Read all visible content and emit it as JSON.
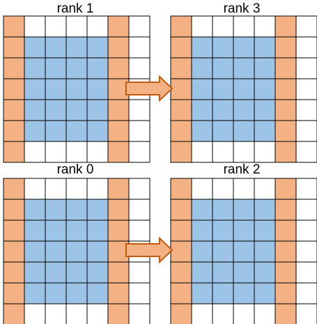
{
  "ranks": [
    {
      "label": "rank 1",
      "id": "rank-1"
    },
    {
      "label": "rank 3",
      "id": "rank-3"
    },
    {
      "label": "rank 0",
      "id": "rank-0"
    },
    {
      "label": "rank 2",
      "id": "rank-2"
    }
  ],
  "grid": {
    "columns": 7,
    "rows": 7,
    "halo_columns": [
      0,
      5
    ],
    "interior": {
      "col_from": 1,
      "col_to": 4,
      "row_from": 1,
      "row_to": 5
    }
  },
  "arrows": [
    {
      "from": "rank 1",
      "to": "rank 3"
    },
    {
      "from": "rank 0",
      "to": "rank 2"
    }
  ],
  "colors": {
    "halo": "#F4B183",
    "interior": "#9DC3E6",
    "empty": "#FFFFFF",
    "grid_line": "#000000",
    "arrow_fill": "#F4B183",
    "arrow_stroke": "#C55A11"
  }
}
